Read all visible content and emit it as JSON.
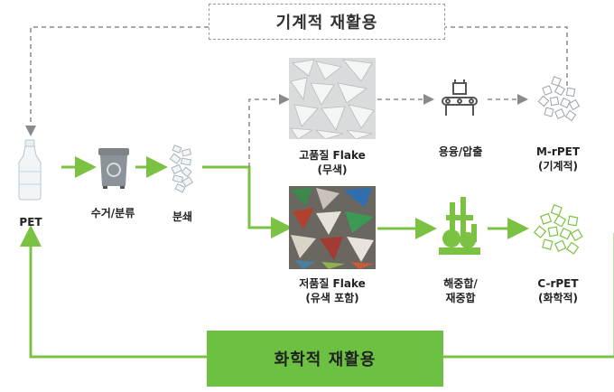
{
  "mechanical_recycling": {
    "label": "기계적 재활용"
  },
  "chemical_recycling": {
    "label": "화학적 재활용"
  },
  "nodes": {
    "pet": {
      "label": "PET"
    },
    "collect": {
      "label": "수거/분류"
    },
    "crush": {
      "label": "분쇄"
    },
    "hq_flake": {
      "line1": "고품질 Flake",
      "line2": "(무색)"
    },
    "lq_flake": {
      "line1": "저품질 Flake",
      "line2": "(유색 포함)"
    },
    "melt": {
      "label": "용융/압출"
    },
    "depoly": {
      "line1": "해중합/",
      "line2": "재중합"
    },
    "mrpet": {
      "line1": "M-rPET",
      "line2": "(기계적)"
    },
    "crpet": {
      "line1": "C-rPET",
      "line2": "(화학적)"
    }
  },
  "colors": {
    "green": "#7cc242",
    "dark_green": "#6cc142",
    "dash_gray": "#8a8a8a"
  },
  "icons": [
    "pet-bottle-icon",
    "recycle-bin-icon",
    "shredded-flakes-icon",
    "extruder-icon",
    "chemical-plant-icon",
    "pellets-icon"
  ]
}
